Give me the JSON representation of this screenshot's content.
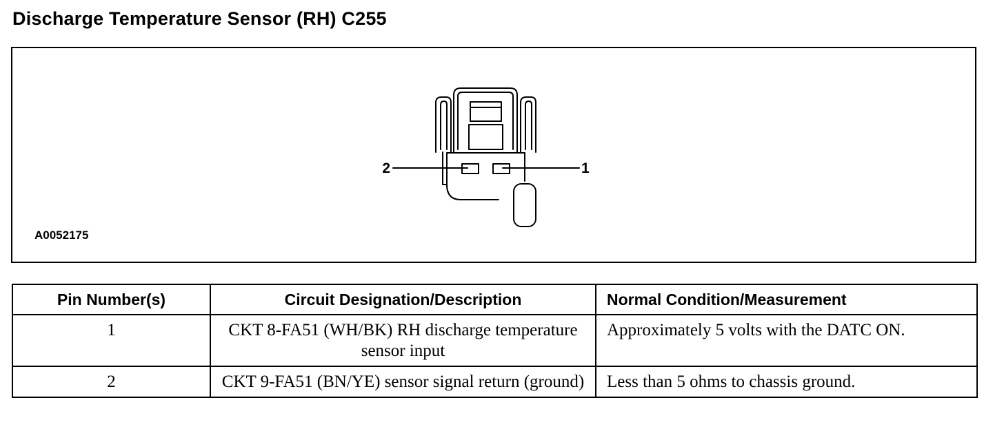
{
  "title": "Discharge Temperature Sensor (RH) C255",
  "diagram": {
    "figure_id": "A0052175",
    "pin_labels": [
      "1",
      "2"
    ]
  },
  "table": {
    "headers": [
      "Pin Number(s)",
      "Circuit Designation/Description",
      "Normal Condition/Measurement"
    ],
    "rows": [
      {
        "pin": "1",
        "description": "CKT 8-FA51 (WH/BK) RH discharge temperature sensor input",
        "measurement": "Approximately 5 volts with the DATC ON."
      },
      {
        "pin": "2",
        "description": "CKT 9-FA51 (BN/YE) sensor signal return (ground)",
        "measurement": "Less than 5 ohms to chassis ground."
      }
    ]
  }
}
